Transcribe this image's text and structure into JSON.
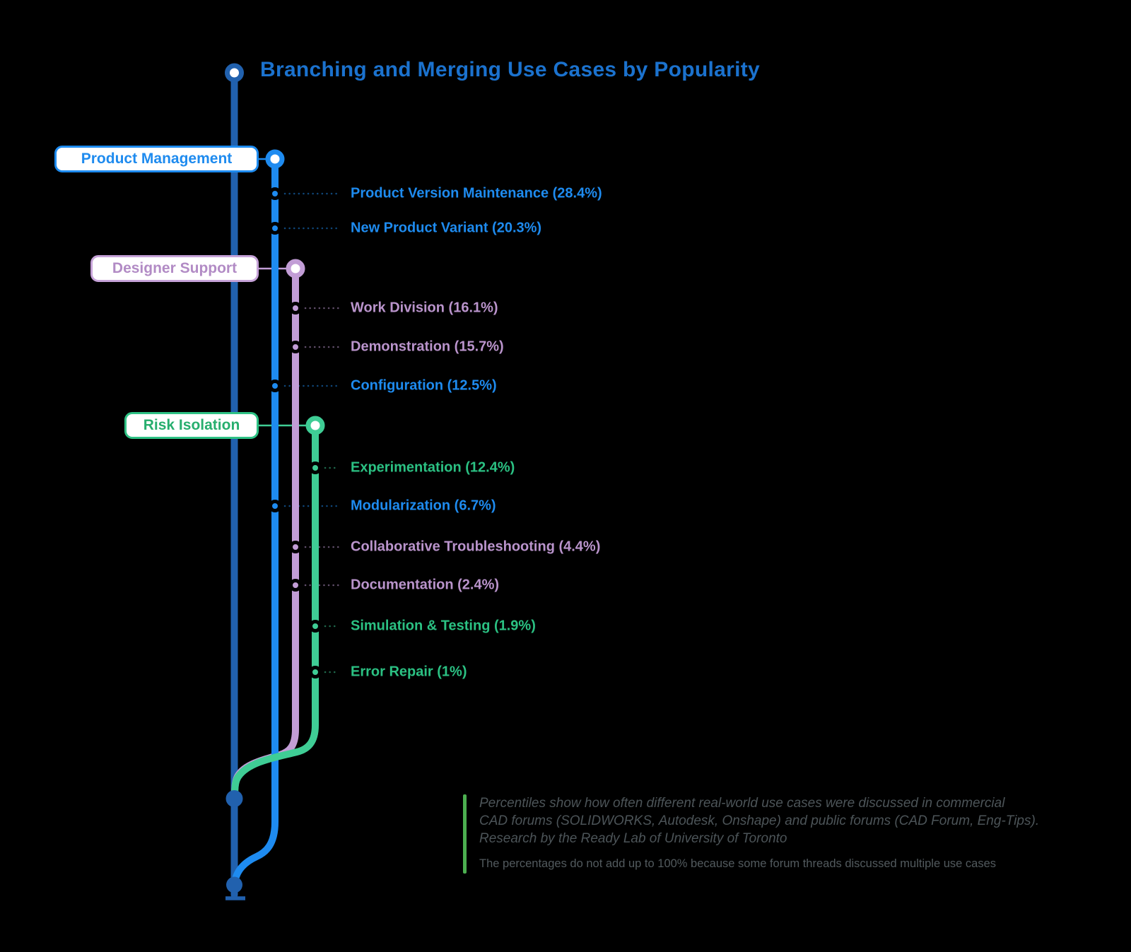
{
  "title": {
    "text": "Branching and Merging Use Cases by Popularity"
  },
  "branches": [
    {
      "name": "Product Management",
      "color": "#1E8BEF"
    },
    {
      "name": "Designer Support",
      "color": "#C29DD6"
    },
    {
      "name": "Risk Isolation",
      "color": "#3FCD95"
    }
  ],
  "use_cases": [
    {
      "label": "Product Version Maintenance (28.4%)",
      "value": 28.4,
      "branch": "Product Management"
    },
    {
      "label": "New Product Variant (20.3%)",
      "value": 20.3,
      "branch": "Product Management"
    },
    {
      "label": "Work Division (16.1%)",
      "value": 16.1,
      "branch": "Designer Support"
    },
    {
      "label": "Demonstration (15.7%)",
      "value": 15.7,
      "branch": "Designer Support"
    },
    {
      "label": "Configuration (12.5%)",
      "value": 12.5,
      "branch": "Product Management"
    },
    {
      "label": "Experimentation (12.4%)",
      "value": 12.4,
      "branch": "Risk Isolation"
    },
    {
      "label": "Modularization (6.7%)",
      "value": 6.7,
      "branch": "Product Management"
    },
    {
      "label": "Collaborative Troubleshooting (4.4%)",
      "value": 4.4,
      "branch": "Designer Support"
    },
    {
      "label": "Documentation (2.4%)",
      "value": 2.4,
      "branch": "Designer Support"
    },
    {
      "label": "Simulation & Testing (1.9%)",
      "value": 1.9,
      "branch": "Risk Isolation"
    },
    {
      "label": "Error Repair (1%)",
      "value": 1,
      "branch": "Risk Isolation"
    }
  ],
  "footnote": {
    "lines": [
      "Percentiles show how often different real-world use cases were discussed in commercial",
      "CAD forums (SOLIDWORKS, Autodesk, Onshape) and public forums (CAD Forum, Eng-Tips).",
      "Research by the Ready Lab of University of Toronto"
    ],
    "note": "The percentages do not add up to 100% because some forum threads discussed multiple use cases"
  },
  "colors": {
    "background": "#000000",
    "main_line": "#2161AE",
    "blue_branch_line": "#1E8BF0",
    "blue_text": "#1E8BEF",
    "purple_branch_line": "#C29DD6",
    "purple_text": "#BA94CC",
    "green_branch_line": "#3FCD95",
    "green_text": "#2BC183",
    "title_text": "#1B72CE",
    "footnote_bar": "#4CAF50",
    "footnote_text": "#4C5458"
  }
}
